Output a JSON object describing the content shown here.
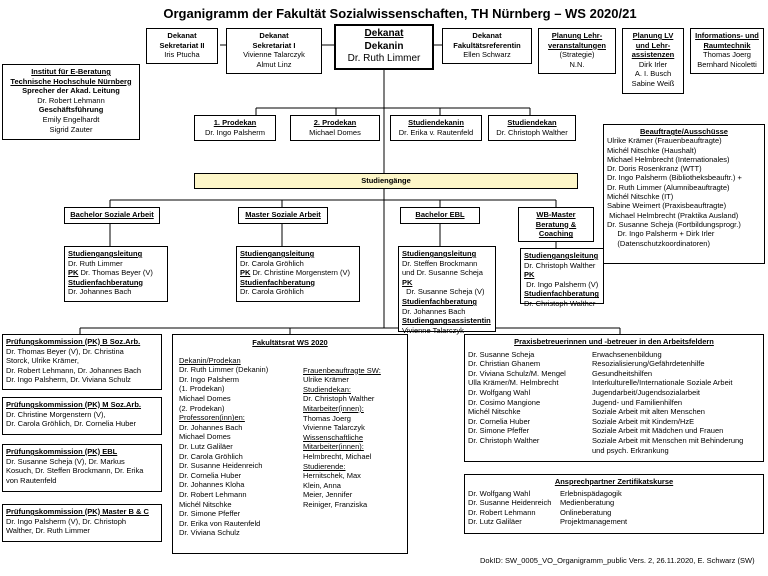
{
  "title": "Organigramm der Fakultät Sozialwissenschaften, TH Nürnberg –  WS 2020/21",
  "top_boxes": {
    "sek2": {
      "label": "Dekanat Sekretariat II",
      "line1": "Dekanat",
      "line2": "Sekretariat II",
      "name": "Iris Ptucha"
    },
    "sek1": {
      "line1": "Dekanat",
      "line2": "Sekretariat I",
      "names": [
        "Vivienne Talarczyk",
        "Almut Linz"
      ]
    },
    "dekanat": {
      "line1": "Dekanat",
      "line2": "Dekanin",
      "name": "Dr. Ruth Limmer"
    },
    "referentin": {
      "line1": "Dekanat",
      "line2": "Fakultätsreferentin",
      "name": "Ellen Schwarz"
    },
    "lehre": {
      "line1": "Planung Lehr-",
      "line2": "veranstaltungen",
      "line3": "(Strategie)",
      "name": "N.N."
    },
    "lvassist": {
      "line1": "Planung LV",
      "line2": "und Lehr-",
      "line3": "assistenzen",
      "names": [
        "Dirk Irler",
        "A. I. Busch",
        "Sabine Weiß"
      ]
    },
    "it": {
      "line1": "Informations- und",
      "line2": "Raumtechnik",
      "names": [
        "Thomas Joerg",
        "Bernhard Nicoletti"
      ]
    }
  },
  "institut": {
    "l1": "Institut für E-Beratung",
    "l2": "Technische Hochschule Nürnberg",
    "l3": "Sprecher der Akad. Leitung",
    "l4": "Dr. Robert Lehmann",
    "l5": "Geschäftsführung",
    "l6": "Emily Engelhardt",
    "l7": "Sigrid Zauter"
  },
  "prodekane": {
    "p1": {
      "title": "1. Prodekan",
      "name": "Dr. Ingo Palsherm"
    },
    "p2": {
      "title": "2. Prodekan",
      "name": "Michael Domes"
    },
    "sd": {
      "title": "Studiendekanin",
      "name": "Dr. Erika v. Rautenfeld"
    },
    "sd2": {
      "title": "Studiendekan",
      "name": "Dr. Christoph Walther"
    }
  },
  "beauftragte": {
    "title": "Beauftragte/Ausschüsse",
    "lines": [
      "Ulrike Krämer (Frauenbeauftragte)",
      "Michél Nitschke (Haushalt)",
      "Michael Helmbrecht (Internationales)",
      "Dr. Doris Rosenkranz (WTT)",
      "Dr. Ingo Palsherm (Bibliotheksbeauftr.) +",
      "Dr. Ruth Limmer (Alumnibeauftragte)",
      "Michél Nitschke (IT)",
      "Sabine Weimert (Praxisbeauftragte)",
      " Michael Helmbrecht (Praktika Ausland)",
      "Dr. Susanne Scheja (Fortbildungsprogr.)",
      "     Dr. Ingo Palsherm + Dirk Irler",
      "     (Datenschutzkoordinatoren)"
    ]
  },
  "studiengaenge": "Studiengänge",
  "programs": {
    "bsa": {
      "title": "Bachelor Soziale Arbeit",
      "h1": "Studiengangsleitung",
      "l1": "Dr. Ruth Limmer",
      "pk": "PK",
      "l2": " Dr. Thomas Beyer (V)",
      "h2": "Studienfachberatung",
      "l3": "Dr. Johannes Bach"
    },
    "msa": {
      "title": "Master Soziale Arbeit",
      "h1": "Studiengangsleitung",
      "l1": "Dr. Carola Gröhlich",
      "pk": "PK",
      "l2": " Dr. Christine Morgenstern (V)",
      "h2": "Studienfachberatung",
      "l3": "Dr. Carola Gröhlich"
    },
    "ebl": {
      "title": "Bachelor EBL",
      "h1": "Studiengangsleitung",
      "l1": "Dr. Steffen Brockmann",
      "l1b": "und Dr. Susanne Scheja",
      "pk": "PK",
      "l2": "  Dr. Susanne Scheja (V)",
      "h2": "Studienfachberatung",
      "l3": "Dr. Johannes Bach",
      "h3": "Studiengangsassistentin",
      "l4": "Vivienne Talarczyk"
    },
    "wb": {
      "t1": "WB-Master",
      "t2": "Beratung &",
      "t3": "Coaching",
      "h1": "Studiengangsleitung",
      "l1": "Dr. Christoph Walther",
      "pk": "PK",
      "l2": " Dr. Ingo Palsherm (V)",
      "h2": "Studienfachberatung",
      "l3": "Dr. Christoph Walther"
    }
  },
  "pk": [
    {
      "title": "Prüfungskommission (PK) B Soz.Arb.",
      "lines": [
        "Dr. Thomas Beyer (V), Dr. Christina",
        "Storck,  Ulrike Krämer,",
        "Dr. Robert Lehmann, Dr. Johannes Bach",
        "Dr. Ingo Palsherm, Dr. Viviana Schulz"
      ]
    },
    {
      "title": "Prüfungskommission (PK) M Soz.Arb.",
      "lines": [
        "Dr. Christine Morgenstern (V),",
        "Dr. Carola Gröhlich, Dr. Cornelia Huber"
      ]
    },
    {
      "title": "Prüfungskommission (PK) EBL",
      "lines": [
        "Dr. Susanne Scheja (V), Dr. Markus",
        "Kosuch, Dr. Steffen Brockmann, Dr. Erika",
        "von Rautenfeld"
      ]
    },
    {
      "title": "Prüfungskommission (PK) Master B & C",
      "lines": [
        "Dr. Ingo Palsherm (V), Dr. Christoph",
        "Walther, Dr. Ruth Limmer"
      ]
    }
  ],
  "fakultaetsrat": {
    "title": "Fakultätsrat  WS 2020",
    "left": {
      "h1": "Dekanin/Prodekan",
      "a": [
        "Dr. Ruth Limmer (Dekanin)",
        "Dr. Ingo Palsherm",
        "(1. Prodekan)",
        "Michael Domes",
        "(2. Prodekan)"
      ],
      "h2": "Professoren(inn)en:",
      "b": [
        "Dr. Johannes Bach",
        "Michael Domes",
        "Dr. Lutz Galiläer",
        "Dr. Carola Gröhlich",
        "Dr. Susanne Heidenreich",
        "Dr. Cornelia Huber",
        "Dr. Johannes Kloha",
        "Dr. Robert Lehmann",
        "Michél Nitschke",
        "Dr. Simone Pfeffer",
        "Dr. Erika von Rautenfeld",
        "Dr. Viviana Schulz"
      ]
    },
    "right": {
      "h1": "Frauenbeauftragte SW:",
      "a": [
        "Ulrike Krämer"
      ],
      "h2": "Studiendekan:",
      "b": [
        "Dr. Christoph Walther"
      ],
      "h3": "Mitarbeiter(innen):",
      "c": [
        "Thomas Joerg",
        "Vivienne Talarczyk"
      ],
      "h4": "Wissenschaftliche",
      "h5": "Mitarbeiter(innen):",
      "d": [
        "Helmbrecht, Michael"
      ],
      "h6": "Studierende:",
      "e": [
        "Hernitschek, Max",
        "Klein, Anna",
        "Meier, Jennifer",
        "Reiniger, Franziska"
      ]
    }
  },
  "praxis": {
    "title": "Praxisbetreuerinnen und -betreuer in den Arbeitsfeldern",
    "rows": [
      [
        "Dr. Susanne Scheja",
        "Erwachsenenbildung"
      ],
      [
        "Dr. Christian Ghanem",
        "Resozialisierung/Gefährdetenhilfe"
      ],
      [
        "Dr. Viviana Schulz/M. Mengel",
        "Gesundheitshilfen"
      ],
      [
        "Ulla Krämer/M. Helmbrecht",
        "Interkulturelle/Internationale Soziale Arbeit"
      ],
      [
        "Dr. Wolfgang Wahl",
        "Jugendarbeit/Jugendsozialarbeit"
      ],
      [
        "Dr. Cosimo Mangione",
        "Jugend- und Familienhilfen"
      ],
      [
        "Michél Nitschke",
        "Soziale Arbeit mit alten Menschen"
      ],
      [
        "Dr. Cornelia Huber",
        "Soziale Arbeit mit Kindern/HzE"
      ],
      [
        "Dr. Simone Pfeffer",
        "Soziale Arbeit mit Mädchen und Frauen"
      ],
      [
        "Dr. Christoph Walther",
        "Soziale Arbeit mit Menschen mit Behinderung"
      ],
      [
        "",
        "und psych. Erkrankung"
      ]
    ]
  },
  "zertifikat": {
    "title": "Ansprechpartner Zertifikatskurse",
    "rows": [
      [
        "Dr. Wolfgang Wahl",
        "Erlebnispädagogik"
      ],
      [
        "Dr. Susanne Heidenreich",
        "Medienberatung"
      ],
      [
        "Dr. Robert Lehmann",
        "Onlineberatung"
      ],
      [
        "Dr. Lutz Galiläer",
        "Projektmanagement"
      ]
    ]
  },
  "footer": "DokID: SW_0005_VO_Organigramm_public Vers. 2, 26.11.2020, E. Schwarz (SW)",
  "colors": {
    "studiengaenge_bg": "#fdf6c8",
    "dekanat_border": "#000000"
  }
}
